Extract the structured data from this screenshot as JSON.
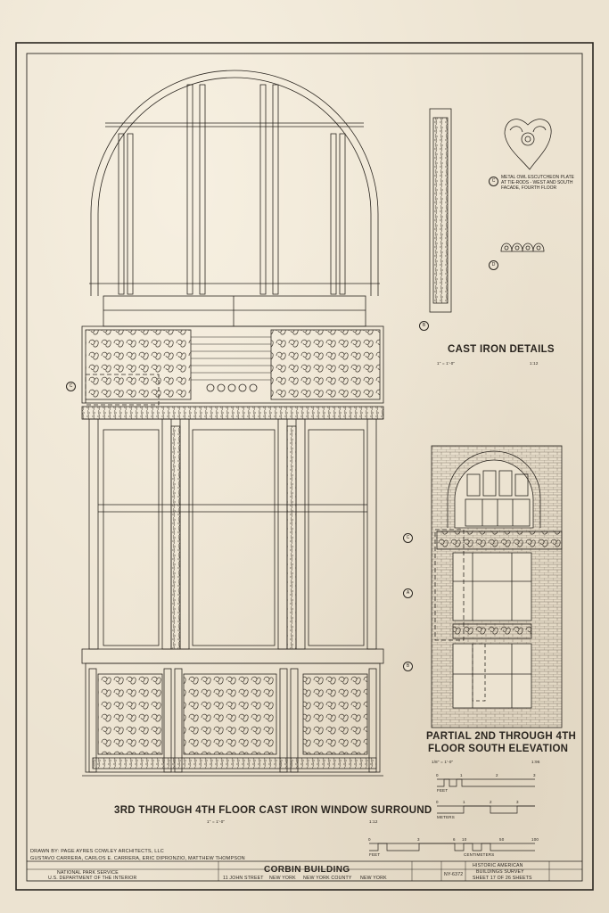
{
  "main_drawing": {
    "title": "3RD THROUGH 4TH FLOOR CAST IRON WINDOW SURROUND",
    "scale_text": "1\" = 1'-0\"",
    "scale_ratio": "1:12",
    "callout": "C"
  },
  "details": {
    "title": "CAST IRON DETAILS",
    "scale_text": "1\" = 1'-0\"",
    "scale_ratio": "1:12",
    "callout_b": "B",
    "callout_c": "C",
    "callout_d": "D",
    "note_c": "METAL OWL ESCUTCHEON PLATE AT TIE-RODS - WEST AND SOUTH FACADE, FOURTH FLOOR"
  },
  "elevation": {
    "title_line1": "PARTIAL 2ND THROUGH 4TH",
    "title_line2": "FLOOR SOUTH ELEVATION",
    "scale_text": "1/8\" = 1'-0\"",
    "scale_ratio": "1:96",
    "callouts": [
      "C",
      "A",
      "B"
    ]
  },
  "scales": {
    "feet_label": "FEET",
    "meters_label": "METERS",
    "centimeters_label": "CENTIMETERS",
    "top_ticks": [
      "0",
      "1",
      "2",
      "3"
    ],
    "mid_ticks": [
      "0",
      "1",
      "2",
      "3"
    ],
    "bottom_ticks": [
      "0",
      "3",
      "6",
      "10",
      "50",
      "100"
    ]
  },
  "credits": {
    "drawn_by": "DRAWN BY: PAGE AYRES COWLEY ARCHITECTS, LLC",
    "names": "GUSTAVO CARRERA, CARLOS E. CARRERA, ERIC DIPRONZIO, MATTHEW THOMPSON"
  },
  "title_block": {
    "agency_line1": "NATIONAL PARK SERVICE",
    "agency_line2": "U.S. DEPARTMENT OF THE INTERIOR",
    "building_name": "CORBIN BUILDING",
    "address": "11 JOHN STREET",
    "city": "NEW YORK",
    "county": "NEW YORK COUNTY",
    "state": "NEW YORK",
    "survey_number": "NY-6372",
    "survey_line1": "HISTORIC AMERICAN",
    "survey_line2": "BUILDINGS SURVEY",
    "sheet_text": "SHEET 17 OF 26 SHEETS"
  }
}
